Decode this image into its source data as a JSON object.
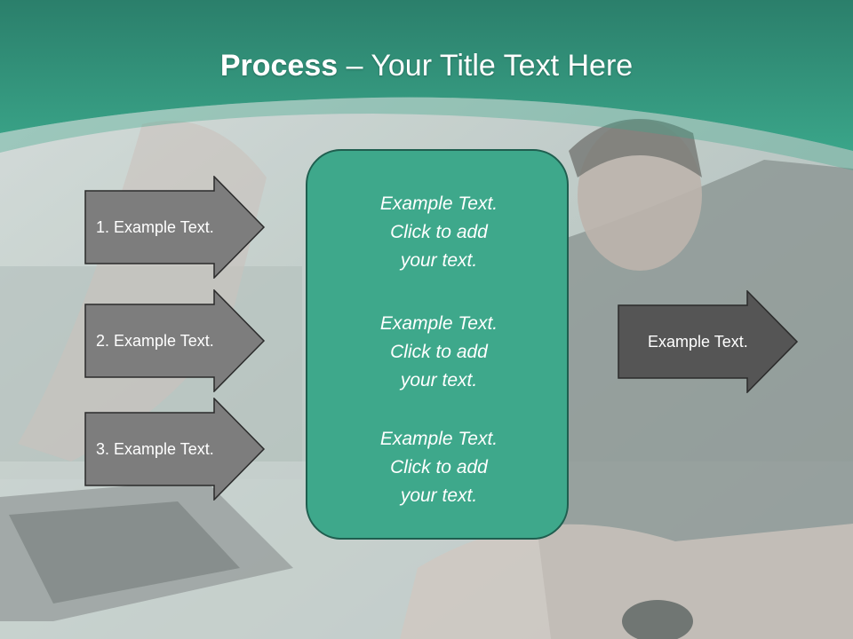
{
  "slide": {
    "title_bold": "Process",
    "title_rest": " – Your Title Text Here"
  },
  "left_arrows": [
    {
      "label": "1. Example Text."
    },
    {
      "label": "2. Example Text."
    },
    {
      "label": "3. Example Text."
    }
  ],
  "center_box": {
    "items": [
      {
        "line1": "Example Text.",
        "line2": "Click  to add",
        "line3": "your text."
      },
      {
        "line1": "Example Text.",
        "line2": "Click  to add",
        "line3": "your text."
      },
      {
        "line1": "Example Text.",
        "line2": "Click  to add",
        "line3": "your text."
      }
    ]
  },
  "right_arrow": {
    "label": "Example Text."
  },
  "colors": {
    "accent_green": "#3ea88b",
    "header_green": "#2f8f78",
    "arrow_fill_light": "#7d7d7d",
    "arrow_fill_dark": "#555555"
  }
}
